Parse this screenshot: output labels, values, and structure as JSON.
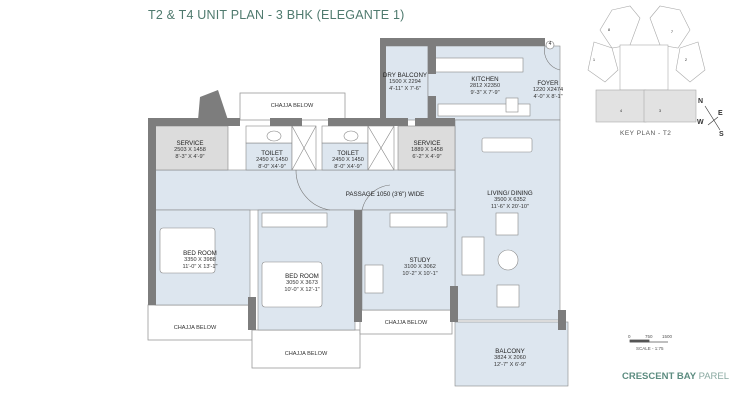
{
  "title": "T2 & T4 UNIT PLAN - 3 BHK (ELEGANTE 1)",
  "rooms": {
    "dry_balcony": {
      "name": "DRY BALCONY",
      "metric": "1500 X 2294",
      "imperial": "4'-11\" X 7'-6\""
    },
    "kitchen": {
      "name": "KITCHEN",
      "metric": "2812 X2350",
      "imperial": "9'-3\" X 7'-9\""
    },
    "foyer": {
      "name": "FOYER",
      "metric": "1220 X2474",
      "imperial": "4'-0\" X 8'-1\""
    },
    "service_left": {
      "name": "SERVICE",
      "metric": "2503 X 1458",
      "imperial": "8'-3\" X 4'-9\""
    },
    "toilet_1": {
      "name": "TOILET",
      "metric": "2450 X 1450",
      "imperial": "8'-0\" X4'-9\""
    },
    "toilet_2": {
      "name": "TOILET",
      "metric": "2450 X 1450",
      "imperial": "8'-0\" X4'-9\""
    },
    "service_right": {
      "name": "SERVICE",
      "metric": "1889 X 1458",
      "imperial": "6'-2\" X 4'-9\""
    },
    "living_dining": {
      "name": "LIVING/ DINING",
      "metric": "3500 X 6352",
      "imperial": "11'-6\" X 20'-10\""
    },
    "passage": {
      "name": "PASSAGE 1050 (3'6\") WIDE"
    },
    "bedroom_1": {
      "name": "BED ROOM",
      "metric": "3350 X 3988",
      "imperial": "11'-0\" X 13'-1\""
    },
    "bedroom_2": {
      "name": "BED ROOM",
      "metric": "3050 X 3673",
      "imperial": "10'-0\" X 12'-1\""
    },
    "study": {
      "name": "STUDY",
      "metric": "3100 X 3062",
      "imperial": "10'-2\" X 10'-1\""
    },
    "balcony": {
      "name": "BALCONY",
      "metric": "3824 X 2060",
      "imperial": "12'-7\" X 6'-9\""
    }
  },
  "chajja": [
    "CHAJJA BELOW",
    "CHAJJA BELOW",
    "CHAJJA BELOW",
    "CHAJJA BELOW"
  ],
  "unit_marker": "4",
  "key_plan": {
    "label": "KEY PLAN  - T2",
    "units": [
      "8",
      "7",
      "1",
      "2",
      "4",
      "3"
    ],
    "highlight_color": "#e2e2e2",
    "compass": {
      "n": "N",
      "e": "E",
      "w": "W",
      "s": "S"
    }
  },
  "scale_bar": {
    "ticks": [
      "0",
      "750",
      "1500"
    ],
    "label": "SCALE - 1:75"
  },
  "brand": {
    "bold": "CRESCENT BAY",
    "light": "PAREL"
  },
  "colors": {
    "room_fill": "#dde6ef",
    "service_fill": "#dcdcdc",
    "wall": "#7d7d7d",
    "title": "#4f7a6e"
  }
}
